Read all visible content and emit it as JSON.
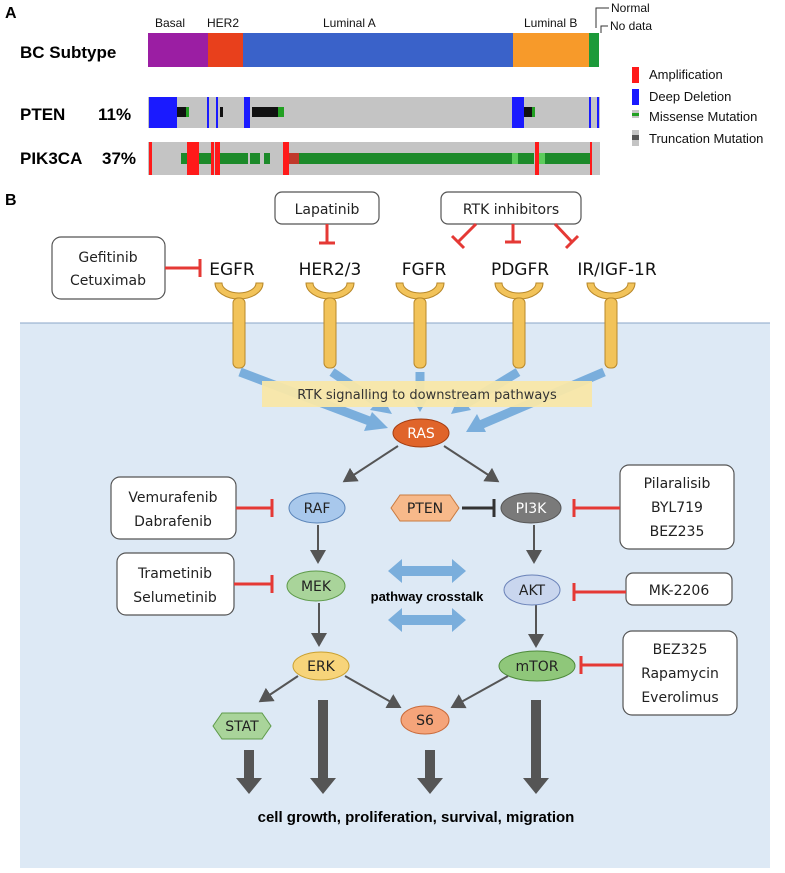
{
  "panel_a": {
    "label": "A",
    "subtype_row_label": "BC Subtype",
    "subtypes": [
      {
        "name": "Basal",
        "color": "#9b1ea3"
      },
      {
        "name": "HER2",
        "color": "#e8401c"
      },
      {
        "name": "Luminal A",
        "color": "#3a62c9"
      },
      {
        "name": "Luminal B",
        "color": "#f79a2a"
      },
      {
        "name": "Normal",
        "color": "#1c9a3a"
      },
      {
        "name": "No data",
        "color": "#ffffff"
      }
    ],
    "genes": [
      {
        "name": "PTEN",
        "pct": "11%"
      },
      {
        "name": "PIK3CA",
        "pct": "37%"
      }
    ],
    "legend": [
      {
        "name": "Amplification",
        "color": "#ff1a1a"
      },
      {
        "name": "Deep Deletion",
        "color": "#1a1aff"
      },
      {
        "name": "Missense Mutation",
        "color": "#22a022"
      },
      {
        "name": "Truncation Mutation",
        "color": "#555555"
      }
    ]
  },
  "panel_b": {
    "label": "B",
    "drugs": {
      "lapatinib": "Lapatinib",
      "rtk_inhibitors": "RTK inhibitors",
      "gefitinib": "Gefitinib",
      "cetuximab": "Cetuximab",
      "vemurafenib": "Vemurafenib",
      "dabrafenib": "Dabrafenib",
      "trametinib": "Trametinib",
      "selumetinib": "Selumetinib",
      "pilaralisib": "Pilaralisib",
      "byl719": "BYL719",
      "bez235": "BEZ235",
      "mk2206": "MK-2206",
      "bez325": "BEZ325",
      "rapamycin": "Rapamycin",
      "everolimus": "Everolimus"
    },
    "receptors": [
      "EGFR",
      "HER2/3",
      "FGFR",
      "PDGFR",
      "IR/IGF-1R"
    ],
    "banner": "RTK signalling to downstream pathways",
    "nodes": {
      "ras": "RAS",
      "raf": "RAF",
      "pten": "PTEN",
      "pi3k": "PI3K",
      "mek": "MEK",
      "akt": "AKT",
      "erk": "ERK",
      "mtor": "mTOR",
      "stat": "STAT",
      "s6": "S6"
    },
    "crosstalk": "pathway crosstalk",
    "outcome": "cell growth, proliferation, survival, migration"
  }
}
